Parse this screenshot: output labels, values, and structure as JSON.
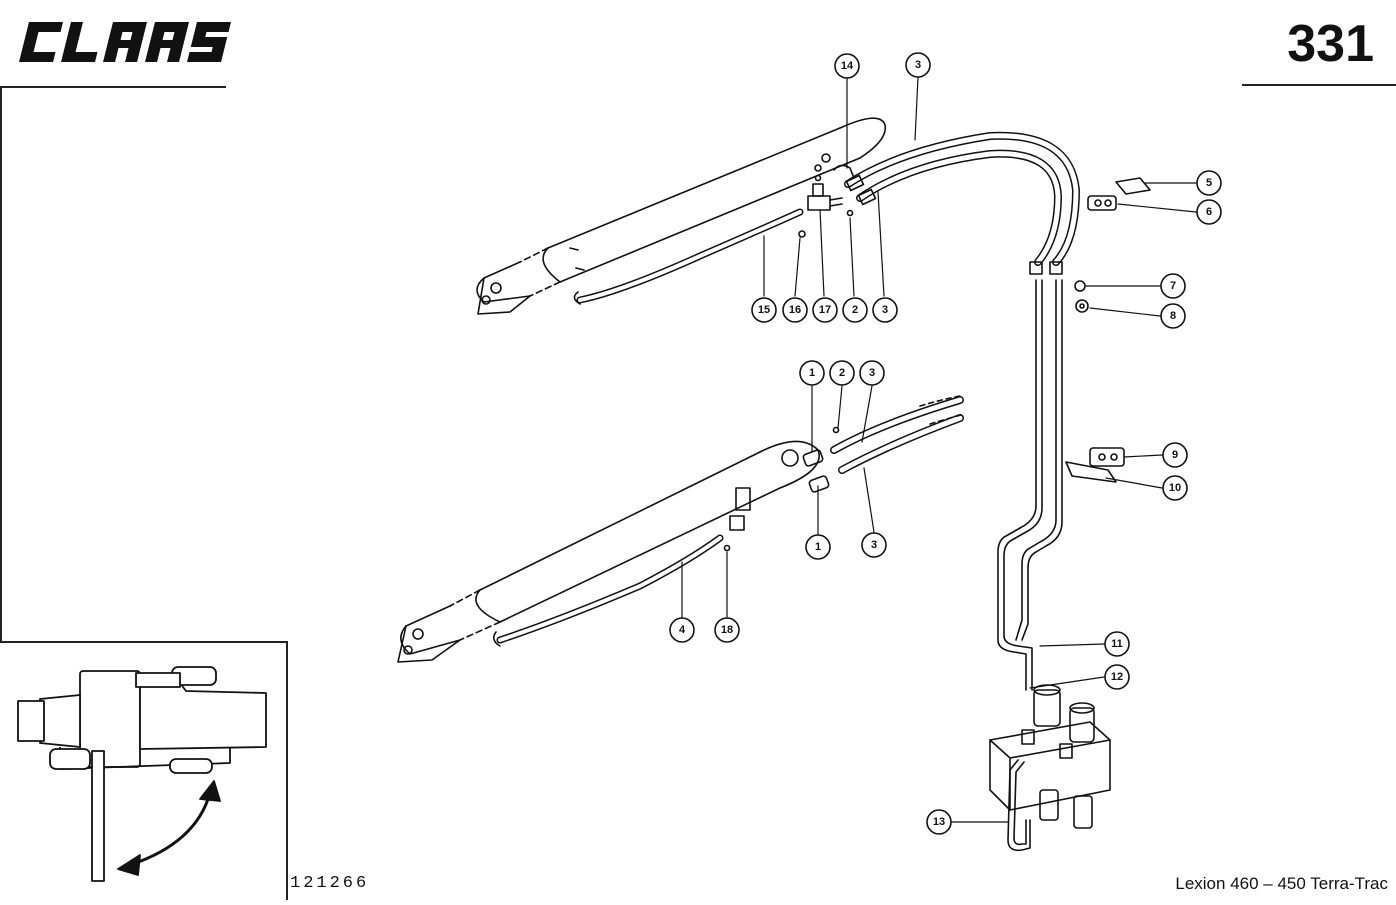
{
  "header": {
    "brand": "CLAAS",
    "page_number": "331"
  },
  "footer": {
    "drawing_number": "121266",
    "model": "Lexion 460 – 450 Terra-Trac"
  },
  "callouts": {
    "c14": "14",
    "c3a": "3",
    "c5": "5",
    "c6": "6",
    "c7": "7",
    "c8": "8",
    "c15": "15",
    "c16": "16",
    "c17": "17",
    "c2a": "2",
    "c3b": "3",
    "c1a": "1",
    "c2b": "2",
    "c3c": "3",
    "c9": "9",
    "c10": "10",
    "c1b": "1",
    "c3d": "3",
    "c4": "4",
    "c18": "18",
    "c11": "11",
    "c12": "12",
    "c13": "13"
  }
}
